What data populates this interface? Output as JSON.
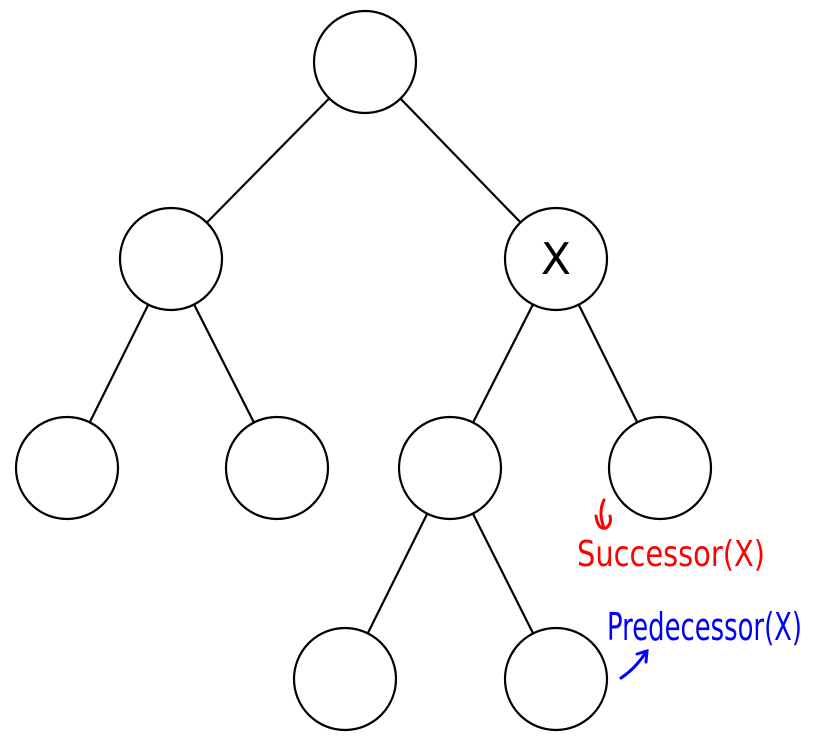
{
  "tree": {
    "nodes": [
      {
        "id": "root",
        "label": ""
      },
      {
        "id": "l",
        "label": ""
      },
      {
        "id": "x",
        "label": "X"
      },
      {
        "id": "ll",
        "label": ""
      },
      {
        "id": "lr",
        "label": ""
      },
      {
        "id": "xl",
        "label": ""
      },
      {
        "id": "xr",
        "label": ""
      },
      {
        "id": "xll",
        "label": ""
      },
      {
        "id": "xlr",
        "label": ""
      }
    ],
    "edges": [
      [
        "root",
        "l"
      ],
      [
        "root",
        "x"
      ],
      [
        "l",
        "ll"
      ],
      [
        "l",
        "lr"
      ],
      [
        "x",
        "xl"
      ],
      [
        "x",
        "xr"
      ],
      [
        "xl",
        "xll"
      ],
      [
        "xl",
        "xlr"
      ]
    ]
  },
  "annotations": {
    "successor": {
      "text": "Successor(X)",
      "color": "#ff0000",
      "points_to": "xr"
    },
    "predecessor": {
      "text": "Predecessor(X)",
      "color": "#0000ff",
      "points_to": "xlr"
    }
  }
}
